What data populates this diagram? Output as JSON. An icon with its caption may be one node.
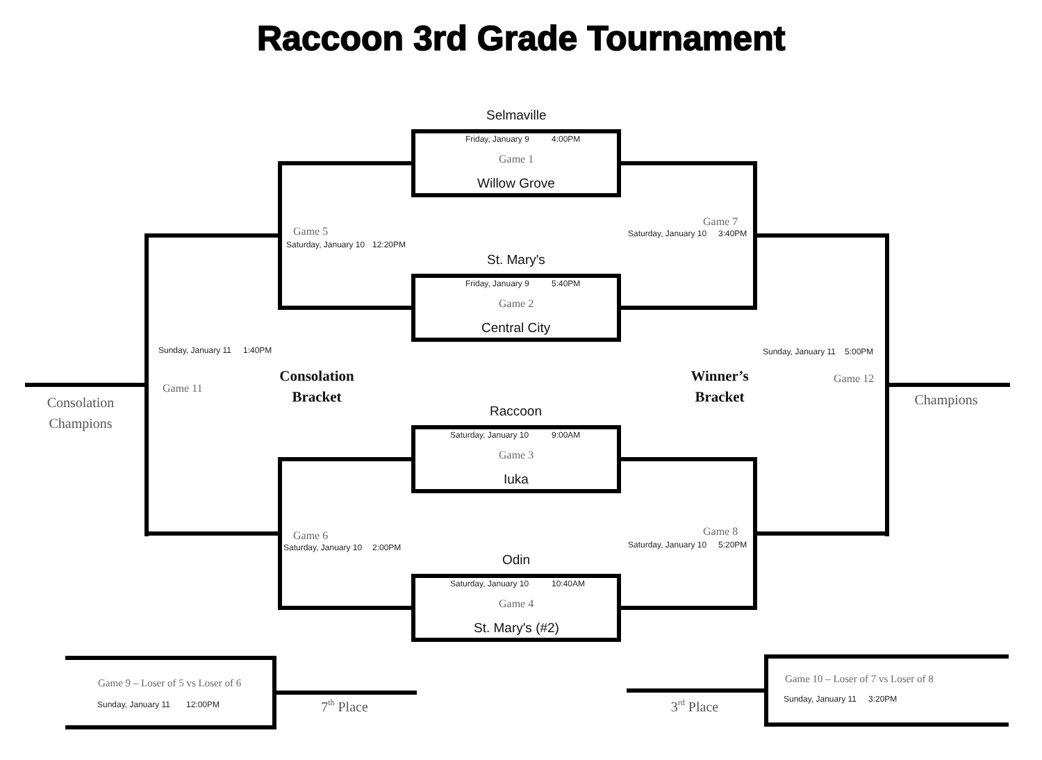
{
  "diagram": {
    "title": "Raccoon 3rd Grade Tournament",
    "nodes": [
      {
        "text": [
          "Selmaville",
          "Friday, January 9",
          "4:00PM",
          "Game 1",
          "Willow Grove"
        ]
      },
      {
        "text": [
          "St. Mary's",
          "Friday, January 9",
          "5:40PM",
          "Game 2",
          "Central City"
        ]
      },
      {
        "text": [
          "Raccoon",
          "Saturday, January 10",
          "9:00AM",
          "Game 3",
          "Iuka"
        ]
      },
      {
        "text": [
          "Odin",
          "Saturday, January 10",
          "10:40AM",
          "Game 4",
          "St. Mary's (#2)"
        ]
      },
      {
        "text": [
          "Game 5",
          "Saturday, January 10",
          "12:20PM"
        ]
      },
      {
        "text": [
          "Game 6",
          "Saturday, January 10",
          "2:00PM"
        ]
      },
      {
        "text": [
          "Game 7",
          "Saturday, January 10",
          "3:40PM"
        ]
      },
      {
        "text": [
          "Game 8",
          "Saturday, January 10",
          "5:20PM"
        ]
      },
      {
        "text": [
          "Game 9 – Loser of 5 vs Loser of 6",
          "Sunday, January 11",
          "12:00PM"
        ]
      },
      {
        "text": [
          "Game 10 – Loser of 7 vs Loser of 8",
          "Sunday, January 11",
          "3:20PM"
        ]
      },
      {
        "text": [
          "Sunday, January 11",
          "1:40PM",
          "Game 11"
        ]
      },
      {
        "text": [
          "Sunday, January 11",
          "5:00PM",
          "Game 12"
        ]
      }
    ],
    "edges": [
      {
        "from": 0,
        "to": 4,
        "arrow": "none"
      },
      {
        "from": 1,
        "to": 4,
        "arrow": "none"
      },
      {
        "from": 2,
        "to": 5,
        "arrow": "none"
      },
      {
        "from": 3,
        "to": 5,
        "arrow": "none"
      },
      {
        "from": 0,
        "to": 6,
        "arrow": "none"
      },
      {
        "from": 1,
        "to": 6,
        "arrow": "none"
      },
      {
        "from": 2,
        "to": 7,
        "arrow": "none"
      },
      {
        "from": 3,
        "to": 7,
        "arrow": "none"
      },
      {
        "from": 4,
        "to": 10,
        "arrow": "none"
      },
      {
        "from": 5,
        "to": 10,
        "arrow": "none"
      },
      {
        "from": 6,
        "to": 11,
        "arrow": "none"
      },
      {
        "from": 7,
        "to": 11,
        "arrow": "none"
      },
      {
        "from": 10,
        "to": null,
        "arrow": "none",
        "label": "Consolation Champions"
      },
      {
        "from": 11,
        "to": null,
        "arrow": "none",
        "label": "Champions"
      },
      {
        "from": 8,
        "to": null,
        "arrow": "none",
        "label": "7$^{th}$ Place"
      },
      {
        "from": 9,
        "to": null,
        "arrow": "none",
        "label": "3$^{rd}$ Place"
      }
    ],
    "labels": [
      "Consolation Bracket",
      "Winner’s Bracket"
    ]
  }
}
